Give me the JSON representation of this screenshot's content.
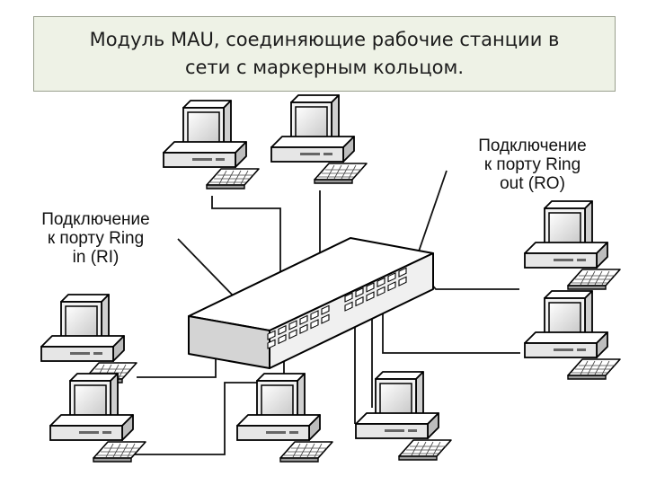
{
  "title": {
    "line1": "Модуль MAU, соединяющие рабочие станции в",
    "line2": "сети с маркерным кольцом."
  },
  "labels": {
    "ring_out": [
      "Подключение",
      "к порту Ring",
      "out (RO)"
    ],
    "ring_in": [
      "Подключение",
      "к порту Ring",
      "in (RI)"
    ]
  },
  "icons": {
    "workstation": "computer-workstation-icon",
    "hub": "mau-hub-icon"
  },
  "colors": {
    "title_bg": "#eef2e6",
    "title_border": "#9aa08e",
    "line": "#111111"
  }
}
